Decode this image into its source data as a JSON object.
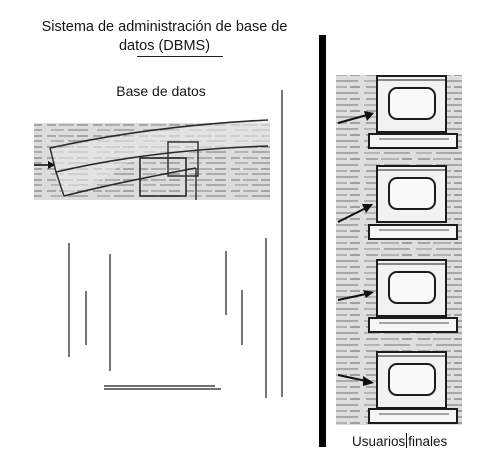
{
  "diagram": {
    "title_line1": "Sistema de administración de base de",
    "title_line2": "datos (DBMS)",
    "database_label": "Base de datos",
    "users_label_part1": "Usuarios",
    "users_label_part2": "finales",
    "terminal_count": 4
  },
  "colors": {
    "ink": "#111111",
    "scan_bg": "#d9d9d9",
    "scan_text": "#9a9a9a",
    "divider": "#000000"
  }
}
